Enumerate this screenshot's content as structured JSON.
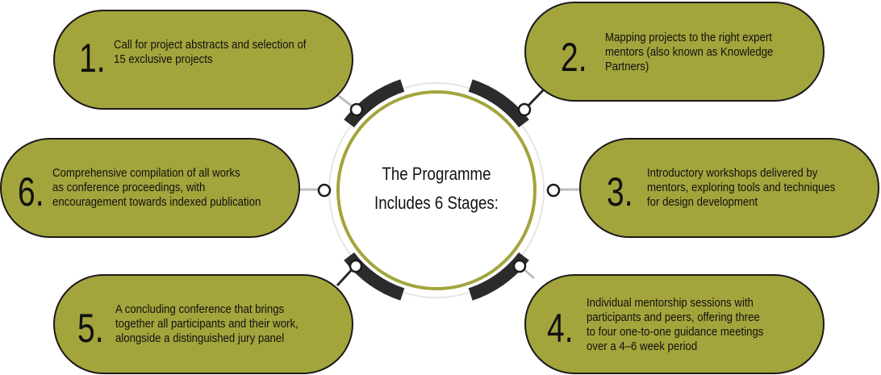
{
  "center": {
    "line1": "The Programme",
    "line2": "Includes 6 Stages:"
  },
  "colors": {
    "pill_fill": "#a3a43c",
    "pill_border": "#1a1a1a",
    "ring": "#a3a43c",
    "segment": "#2b2b2b",
    "connector": "#bdbdbd"
  },
  "stages": [
    {
      "number": "1.",
      "lines": [
        "Call for project abstracts and selection of",
        "15 exclusive projects"
      ]
    },
    {
      "number": "2.",
      "lines": [
        "Mapping projects to the right expert",
        "mentors (also known as Knowledge",
        "Partners)"
      ]
    },
    {
      "number": "3.",
      "lines": [
        "Introductory workshops delivered by",
        "mentors, exploring tools and techniques",
        "for design development"
      ]
    },
    {
      "number": "4.",
      "lines": [
        "Individual mentorship sessions with",
        "participants and peers, offering three",
        "to four one-to-one guidance meetings",
        "over a 4–6 week period"
      ]
    },
    {
      "number": "5.",
      "lines": [
        "A concluding conference that brings",
        "together all participants and their work,",
        "alongside a distinguished jury panel"
      ]
    },
    {
      "number": "6.",
      "lines": [
        "Comprehensive compilation of all works",
        "as conference proceedings, with",
        "encouragement towards indexed publication"
      ]
    }
  ]
}
